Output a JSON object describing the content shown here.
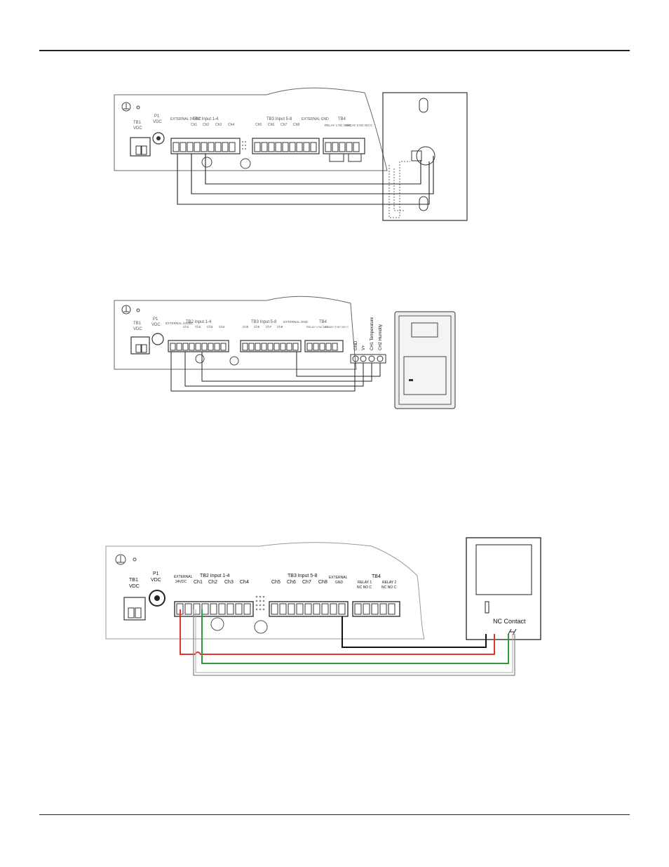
{
  "diagram1": {
    "tb1": "TB1",
    "vdc": "VDC",
    "p1": "P1",
    "p1_vdc": "VDC",
    "external_24vdc": "EXTERNAL 24VDC",
    "tb2": "TB2 Input 1-4",
    "ch1": "Ch1",
    "ch2": "Ch2",
    "ch3": "Ch3",
    "ch4": "Ch4",
    "tb3": "TB3 Input 5-8",
    "ch5": "Ch5",
    "ch6": "Ch6",
    "ch7": "Ch7",
    "ch8": "Ch8",
    "external_gnd": "EXTERNAL GND",
    "tb4": "TB4",
    "relay1": "RELAY 1 NC NO C",
    "relay2": "RELAY 2 NC NO C"
  },
  "diagram2": {
    "tb1": "TB1",
    "vdc": "VDC",
    "p1": "P1",
    "p1_vdc": "VDC",
    "external_24vdc": "EXTERNAL 24VDC",
    "tb2": "TB2 Input 1-4",
    "ch1": "Ch1",
    "ch2": "Ch2",
    "ch3": "Ch3",
    "ch4": "Ch4",
    "tb3": "TB3 Input 5-8",
    "ch5": "Ch5",
    "ch6": "Ch6",
    "ch7": "Ch7",
    "ch8": "Ch8",
    "external_gnd": "EXTERNAL GND",
    "tb4": "TB4",
    "relay1": "RELAY 1 NC NO C",
    "relay2": "RELAY 2 NC NO C",
    "gnd": "GND",
    "vplus": "V+",
    "ch1_temp": "CH1 Temperature",
    "ch2_humidity": "CH2 Humidity"
  },
  "diagram3": {
    "tb1": "TB1",
    "vdc": "VDC",
    "p1": "P1",
    "p1_vdc": "VDC",
    "external_24vdc_a": "EXTERNAL",
    "external_24vdc_b": "24VDC",
    "tb2": "TB2 Input 1-4",
    "ch1": "Ch1",
    "ch2": "Ch2",
    "ch3": "Ch3",
    "ch4": "Ch4",
    "tb3": "TB3 Input 5-8",
    "ch5": "Ch5",
    "ch6": "Ch6",
    "ch7": "Ch7",
    "ch8": "Ch8",
    "external_gnd_a": "EXTERNAL",
    "external_gnd_b": "GND",
    "tb4": "TB4",
    "relay1_a": "RELAY 1",
    "relay1_b": "NC NO C",
    "relay2_a": "RELAY 2",
    "relay2_b": "NC NO C",
    "nc_contact": "NC Contact"
  },
  "colors": {
    "wire_red": "#e0352b",
    "wire_green": "#2e9a3f",
    "wire_black": "#111111",
    "wire_gray": "#888888"
  }
}
